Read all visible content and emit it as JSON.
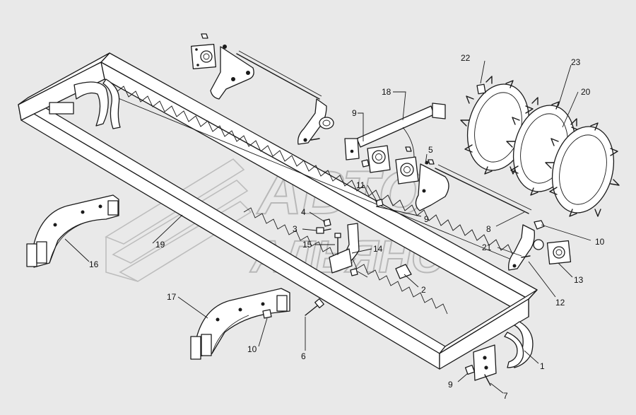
{
  "watermark": {
    "line1": "АВТО",
    "line2": "АЛЬЯНС"
  },
  "callouts": [
    {
      "id": "c1",
      "label": "1"
    },
    {
      "id": "c2",
      "label": "2"
    },
    {
      "id": "c3",
      "label": "3"
    },
    {
      "id": "c4",
      "label": "4"
    },
    {
      "id": "c5",
      "label": "5"
    },
    {
      "id": "c6",
      "label": "6"
    },
    {
      "id": "c7",
      "label": "7"
    },
    {
      "id": "c8",
      "label": "8"
    },
    {
      "id": "c9a",
      "label": "9"
    },
    {
      "id": "c9b",
      "label": "9"
    },
    {
      "id": "c9c",
      "label": "9"
    },
    {
      "id": "c10a",
      "label": "10"
    },
    {
      "id": "c10b",
      "label": "10"
    },
    {
      "id": "c11",
      "label": "11"
    },
    {
      "id": "c12",
      "label": "12"
    },
    {
      "id": "c13",
      "label": "13"
    },
    {
      "id": "c14",
      "label": "14"
    },
    {
      "id": "c15",
      "label": "15"
    },
    {
      "id": "c16",
      "label": "16"
    },
    {
      "id": "c17",
      "label": "17"
    },
    {
      "id": "c18",
      "label": "18"
    },
    {
      "id": "c19",
      "label": "19"
    },
    {
      "id": "c20",
      "label": "20"
    },
    {
      "id": "c21",
      "label": "21"
    },
    {
      "id": "c22",
      "label": "22"
    },
    {
      "id": "c23",
      "label": "23"
    }
  ]
}
